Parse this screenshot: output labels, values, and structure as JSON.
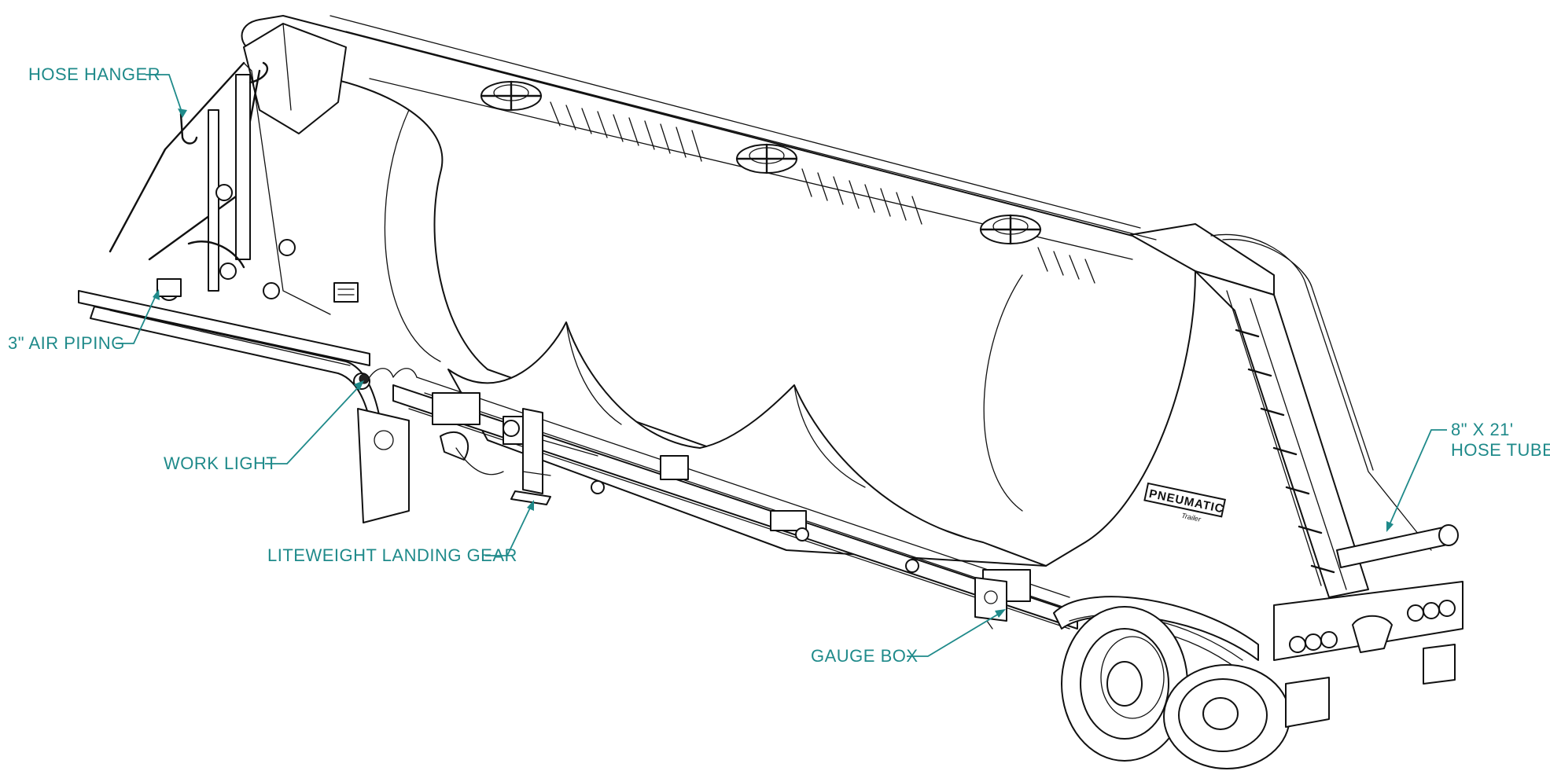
{
  "drawing": {
    "brand_badge": {
      "main": "PNEUMATIC",
      "sub": "Trailer"
    },
    "colors": {
      "callout": "#1f8a8a",
      "line_art": "#111111",
      "background": "#ffffff"
    }
  },
  "callouts": {
    "hose_hanger": "HOSE HANGER",
    "air_piping": "3\" AIR PIPING",
    "work_light": "WORK LIGHT",
    "landing_gear": "LITEWEIGHT LANDING GEAR",
    "gauge_box": "GAUGE BOX",
    "hose_tube_line1": "8\" X 21'",
    "hose_tube_line2": "HOSE TUBE"
  }
}
